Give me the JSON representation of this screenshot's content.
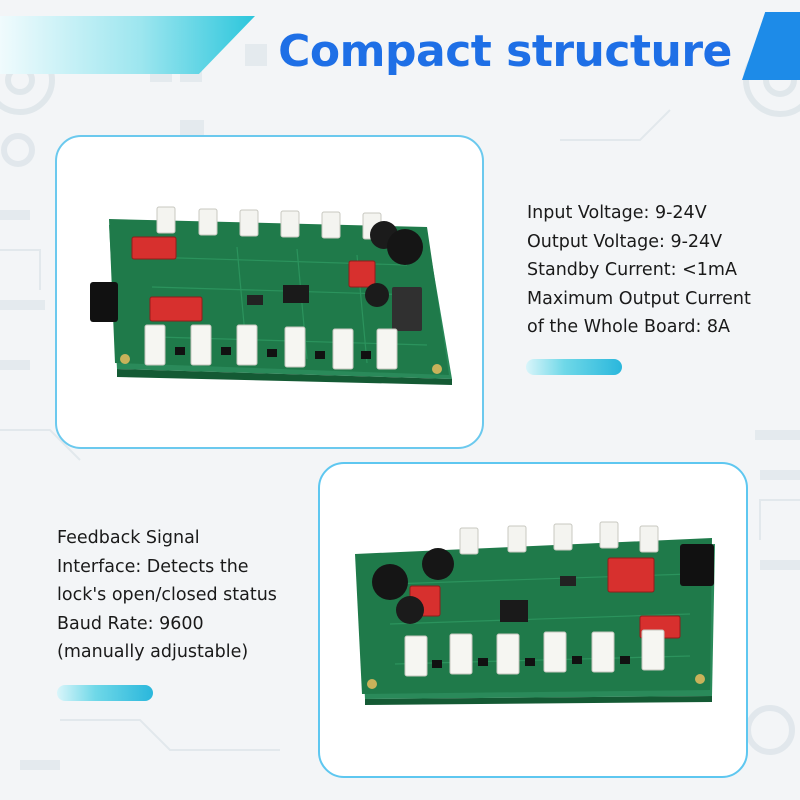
{
  "title": "Compact structure",
  "specs_top": {
    "line1": "Input Voltage: 9-24V",
    "line2": "Output Voltage: 9-24V",
    "line3": "Standby Current: <1mA",
    "line4": "Maximum Output Current",
    "line5": "of the Whole Board: 8A"
  },
  "specs_bottom": {
    "line1": "Feedback Signal",
    "line2": "Interface: Detects the",
    "line3": "lock's open/closed status",
    "line4": "Baud Rate: 9600",
    "line5": "(manually adjustable)"
  },
  "colors": {
    "title": "#1e6fe6",
    "card_border": "#5ec7f0",
    "pcb_green": "#1f7a4a",
    "accent_cyan": "#2cc6dc"
  },
  "images": {
    "top": "pcb-board-photo-top",
    "bottom": "pcb-board-photo-rotated"
  }
}
